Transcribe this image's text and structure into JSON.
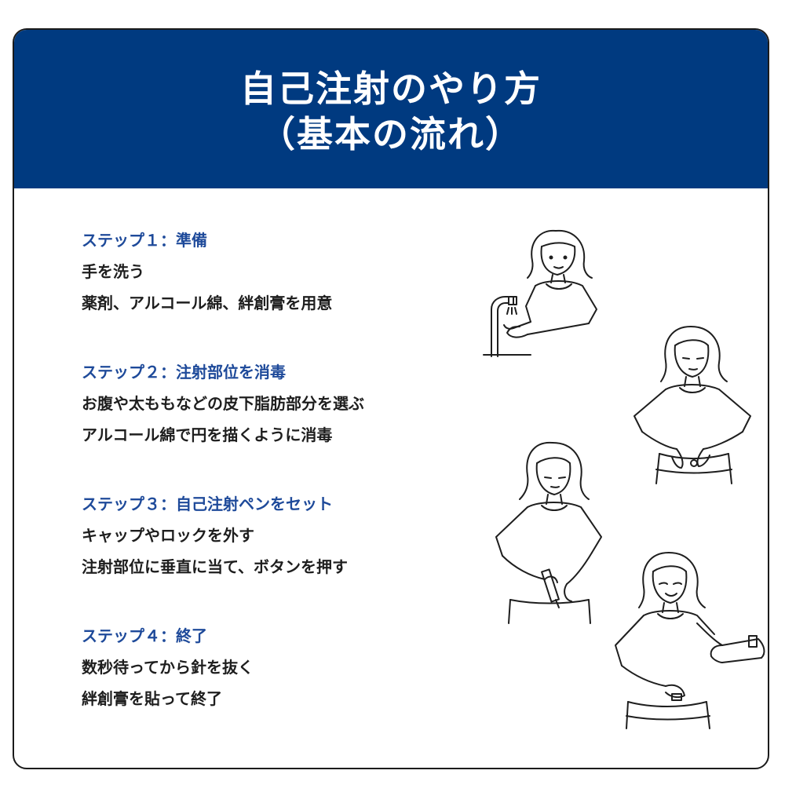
{
  "header": {
    "title_line1": "自己注射のやり方",
    "title_line2": "（基本の流れ）",
    "background_color": "#003a80"
  },
  "steps": [
    {
      "heading": "ステップ１：準備",
      "lines": [
        "手を洗う",
        "薬剤、アルコール綿、絆創膏を用意"
      ]
    },
    {
      "heading": "ステップ２：注射部位を消毒",
      "lines": [
        "お腹や太ももなどの皮下脂肪部分を選ぶ",
        "アルコール綿で円を描くように消毒"
      ]
    },
    {
      "heading": "ステップ３：自己注射ペンをセット",
      "lines": [
        "キャップやロックを外す",
        "注射部位に垂直に当て、ボタンを押す"
      ]
    },
    {
      "heading": "ステップ４：終了",
      "lines": [
        "数秒待ってから針を抜く",
        "絆創膏を貼って終了"
      ]
    }
  ],
  "illustrations": [
    {
      "icon": "person-washing-hands-icon"
    },
    {
      "icon": "person-disinfecting-belly-icon"
    },
    {
      "icon": "person-injecting-pen-icon"
    },
    {
      "icon": "person-applying-bandage-icon"
    }
  ],
  "colors": {
    "step_heading": "#1e4a9a",
    "body_text": "#1e1e1e",
    "border": "#1b1b1b"
  }
}
